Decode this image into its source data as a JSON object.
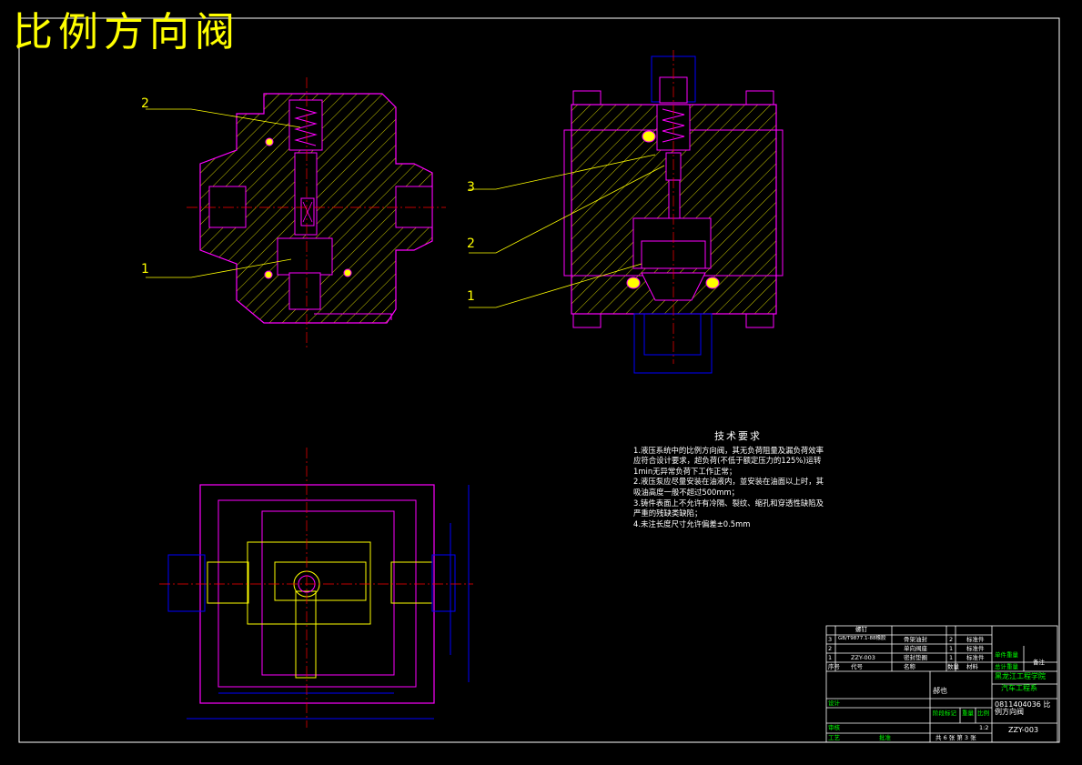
{
  "drawing": {
    "title": "比例方向阀",
    "tech_requirements": {
      "heading": "技术要求",
      "lines": [
        "1.液压系统中的比例方向阀，其无负荷阻量及漏负荷效率应符合设计要求，超负荷(不低于额定压力的125%)运转1min无异常负荷下工作正常；",
        "2.液压泵应尽量安装在油液内，並安装在油面以上时，其吸油高度一般不超过500mm；",
        "3.铸件表面上不允许有冷隔、裂纹、缩孔和穿透性缺陷及严重的残缺类缺陷；",
        "4.未注长度尺寸允许偏差±0.5mm"
      ]
    },
    "callouts": {
      "left_view": [
        "2",
        "1"
      ],
      "right_view": [
        "3",
        "2",
        "1"
      ]
    },
    "title_block": {
      "parts": [
        {
          "no": "3",
          "code": "GB/T9877.1-88橡胶",
          "name": "骨架油封",
          "qty": "2",
          "material": "标准件"
        },
        {
          "no": "2",
          "code": "",
          "name": "单向阀座",
          "qty": "1",
          "material": "标准件"
        },
        {
          "no": "1",
          "code": "ZZY-003",
          "name": "密封垫圈",
          "qty": "1",
          "material": "标准件"
        }
      ],
      "top_label": "螺钉",
      "header_cols": [
        "序号",
        "代号",
        "名称",
        "数量",
        "材料",
        "单件重量",
        "总计重量",
        "备注"
      ],
      "school": "黑龙江工程学院",
      "dept": "汽车工程系",
      "drawing_name": "0811404036 比例方向阀",
      "drawing_code": "ZZY-003",
      "author_label": "郝也",
      "scale": "1:2",
      "sheet": "共 6 张  第 3 张",
      "designer_row": "设计",
      "review_row": "审核",
      "process_row": "工艺",
      "approve_row": "批准",
      "stage_label": "阶段标记",
      "weight_label": "重量",
      "scale_label": "比例"
    }
  },
  "colors": {
    "background": "#000000",
    "outline": "#ff00ff",
    "hatch": "#ffff00",
    "center": "#ff0000",
    "dimension": "#0000ff",
    "text": "#ffffff",
    "title_school": "#00ff00"
  }
}
